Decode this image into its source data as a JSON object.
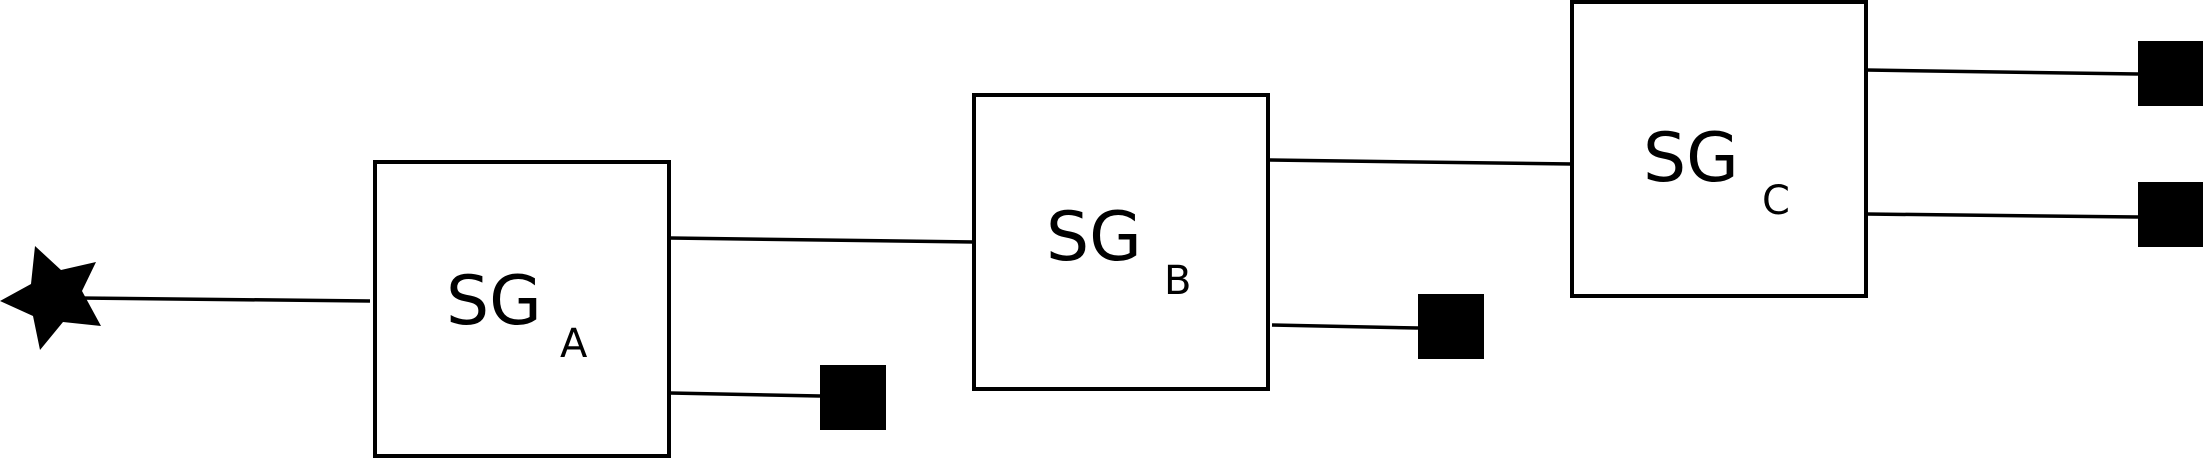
{
  "diagram": {
    "boxes": [
      {
        "id": "A",
        "label": "SG",
        "subscript": "A"
      },
      {
        "id": "B",
        "label": "SG",
        "subscript": "B"
      },
      {
        "id": "C",
        "label": "SG",
        "subscript": "C"
      }
    ],
    "source_icon": "star-icon",
    "terminal_icon": "filled-square-icon",
    "colors": {
      "stroke": "#000000",
      "fill": "#ffffff",
      "terminal": "#000000"
    }
  }
}
